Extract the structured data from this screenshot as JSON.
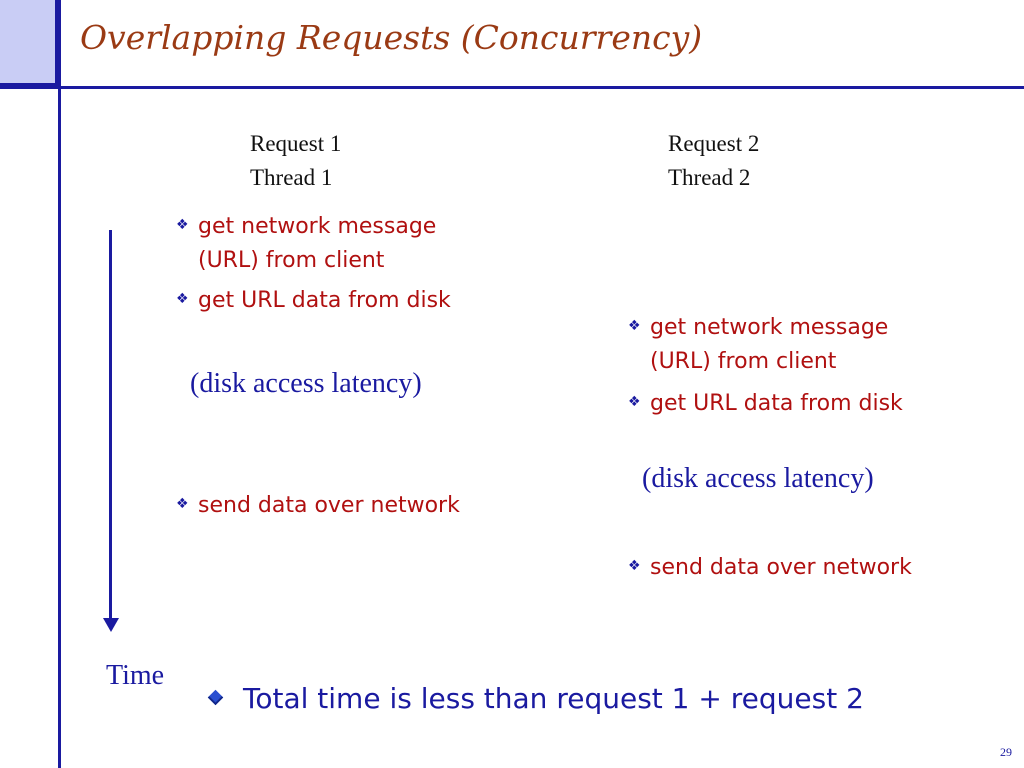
{
  "slide": {
    "title": "Overlapping Requests (Concurrency)",
    "page_number": "29"
  },
  "column1": {
    "request": "Request 1",
    "thread": "Thread 1",
    "steps": [
      {
        "line1": "get network message",
        "line2": "(URL) from client"
      },
      {
        "line1": "get URL data from disk"
      },
      {
        "line1": "send data over network"
      }
    ],
    "latency": "(disk access latency)"
  },
  "column2": {
    "request": "Request 2",
    "thread": "Thread 2",
    "steps": [
      {
        "line1": "get network message",
        "line2": "(URL) from client"
      },
      {
        "line1": "get URL data from disk"
      },
      {
        "line1": "send data over network"
      }
    ],
    "latency": "(disk access latency)"
  },
  "timeline": {
    "label": "Time"
  },
  "summary": {
    "text": "Total time is less than request 1 + request 2"
  },
  "colors": {
    "accent": "#1a1aa0",
    "title": "#9a3a14",
    "bullet_text": "#b01010"
  },
  "icons": {
    "bullet": "diamond-four-bullet-icon",
    "summary_bullet": "blue-diamond-icon",
    "time_arrow": "arrow-down-icon"
  }
}
